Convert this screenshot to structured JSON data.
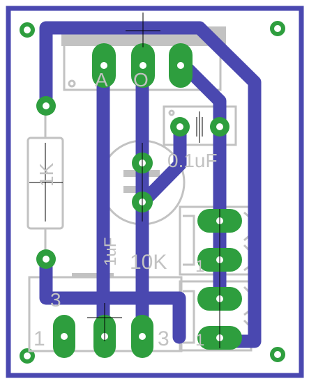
{
  "colors": {
    "background": "#ffffff",
    "board_outline": "#4a48b0",
    "trace": "#4a48b0",
    "silkscreen": "#c2c2c2",
    "pad": "#2e9e3e",
    "drill": "#ffffff",
    "mark": "#000000"
  },
  "labels": {
    "regulator_a": "A",
    "regulator_o": "O",
    "resistor_value": "1K",
    "capacitor_value": "0.1uF",
    "electrolytic_value": "1uF",
    "pot_value": "10K",
    "pot_pin_3_marker": "3",
    "pot_pin_1": "1",
    "pot_pin_3": "3"
  },
  "icons": {
    "mounting_holes": "mounting-hole-icon",
    "capacitor_symbol": "capacitor-symbol-icon",
    "arrow": "arrow-left-icon"
  }
}
